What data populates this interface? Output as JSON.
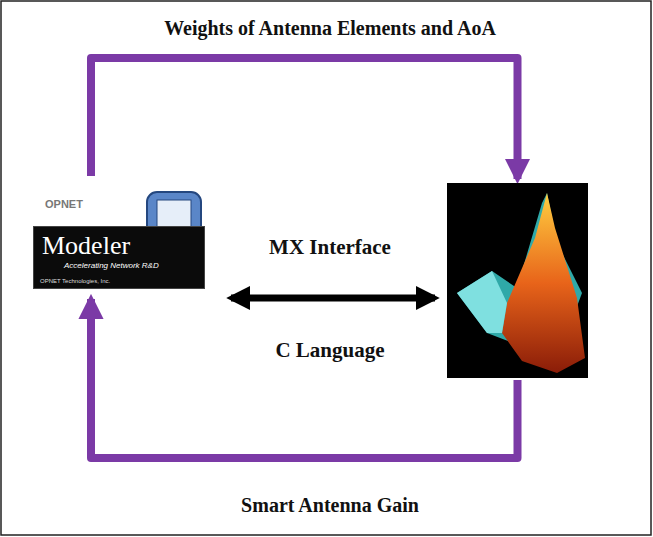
{
  "diagram": {
    "nodes": [
      {
        "text": [
          "OPNET",
          "Modeler",
          "Accelerating Network R&D",
          "OPNET Technologies, Inc."
        ]
      },
      {
        "text": []
      }
    ],
    "edges": [
      {
        "from": 0,
        "to": 1,
        "arrow": "to",
        "label": "Weights of Antenna Elements and AoA"
      },
      {
        "from": 0,
        "to": 1,
        "arrow": "both",
        "label": "MX Interface"
      },
      {
        "from": 1,
        "to": 0,
        "arrow": "to",
        "label": "Smart Antenna Gain"
      }
    ],
    "labels": [
      "C Language"
    ]
  }
}
